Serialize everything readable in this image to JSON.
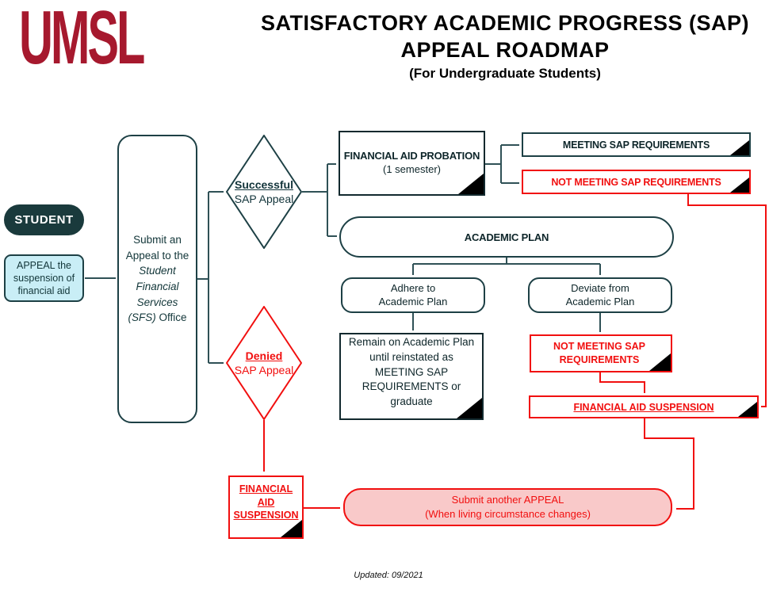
{
  "logo": {
    "text": "UMSL"
  },
  "title": {
    "line1": "SATISFACTORY ACADEMIC PROGRESS (SAP)",
    "line2": "APPEAL ROADMAP",
    "line3": "(For Undergraduate Students)"
  },
  "colors": {
    "brand_maroon": "#A6192E",
    "dark_teal": "#1d4045",
    "red": "#f10f0f",
    "light_cyan_fill": "#c9eef6",
    "pink_fill": "#f9c9c9",
    "corner_triangle": "#000000"
  },
  "nodes": {
    "student": {
      "label": "STUDENT"
    },
    "appeal": {
      "text": "APPEAL the suspension of financial aid"
    },
    "submit": {
      "pre": "Submit an Appeal to the ",
      "italic": "Student Financial Services (SFS)",
      "post": " Office"
    },
    "successful": {
      "title": "Successful",
      "subtitle": "SAP Appeal"
    },
    "denied": {
      "title": "Denied",
      "subtitle": "SAP Appeal"
    },
    "probation": {
      "title": "FINANCIAL AID PROBATION",
      "subtitle": "(1 semester)"
    },
    "meeting": {
      "label": "MEETING SAP REQUIREMENTS"
    },
    "not_meeting_top": {
      "label": "NOT MEETING SAP REQUIREMENTS"
    },
    "academic_plan": {
      "label": "ACADEMIC PLAN"
    },
    "adhere": {
      "line1": "Adhere to",
      "line2": "Academic Plan"
    },
    "deviate": {
      "line1": "Deviate from",
      "line2": "Academic Plan"
    },
    "remain": {
      "text": "Remain on Academic Plan until reinstated as MEETING SAP REQUIREMENTS or graduate"
    },
    "not_meeting_mid": {
      "line1": "NOT MEETING SAP",
      "line2": "REQUIREMENTS"
    },
    "suspension_right": {
      "label": "FINANCIAL AID SUSPENSION"
    },
    "suspension_left": {
      "line1": "FINANCIAL AID",
      "line2": "SUSPENSION"
    },
    "submit_another": {
      "line1": "Submit another APPEAL",
      "line2": "(When living circumstance changes)"
    }
  },
  "footer": {
    "updated": "Updated: 09/2021"
  }
}
